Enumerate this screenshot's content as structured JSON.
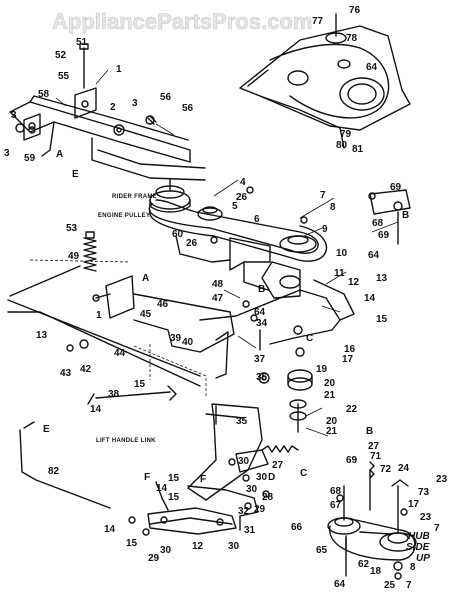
{
  "watermark": "AppliancePartsPros.com",
  "callouts": {
    "n1a": "1",
    "n1b": "1",
    "n2": "2",
    "n3a": "3",
    "n3b": "3",
    "n3c": "3",
    "n4": "4",
    "n5": "5",
    "n6": "6",
    "n7a": "7",
    "n7b": "7",
    "n8a": "8",
    "n8b": "8",
    "n9": "9",
    "n10": "10",
    "n11": "11",
    "n12a": "12",
    "n12b": "12",
    "n13a": "13",
    "n13b": "13",
    "n14a": "14",
    "n14b": "14",
    "n14c": "14",
    "n14d": "14",
    "n15a": "15",
    "n15b": "15",
    "n15c": "15",
    "n15d": "15",
    "n16": "16",
    "n17a": "17",
    "n17b": "17",
    "n18": "18",
    "n19": "19",
    "n20a": "20",
    "n20b": "20",
    "n21a": "21",
    "n21b": "21",
    "n22": "22",
    "n23a": "23",
    "n23b": "23",
    "n24": "24",
    "n25": "25",
    "n26a": "26",
    "n26b": "26",
    "n27a": "27",
    "n27b": "27",
    "n28": "28",
    "n29a": "29",
    "n29b": "29",
    "n30a": "30",
    "n30b": "30",
    "n30c": "30",
    "n30d": "30",
    "n31": "31",
    "n32": "32",
    "n34": "34",
    "n35": "35",
    "n36": "36",
    "n37": "37",
    "n38": "38",
    "n39": "39",
    "n40": "40",
    "n42": "42",
    "n43": "43",
    "n44": "44",
    "n45": "45",
    "n46": "46",
    "n47": "47",
    "n48": "48",
    "n49": "49",
    "n51": "51",
    "n52": "52",
    "n53": "53",
    "n55": "55",
    "n56a": "56",
    "n56b": "56",
    "n58": "58",
    "n59": "59",
    "n60": "60",
    "n62": "62",
    "n64a": "64",
    "n64b": "64",
    "n64c": "64",
    "n65": "65",
    "n66": "66",
    "n67": "67",
    "n68a": "68",
    "n68b": "68",
    "n69a": "69",
    "n69b": "69",
    "n69c": "69",
    "n71": "71",
    "n72": "72",
    "n73": "73",
    "n76": "76",
    "n77": "77",
    "n78": "78",
    "n79": "79",
    "n80": "80",
    "n81": "81",
    "n82": "82"
  },
  "letters": {
    "A1": "A",
    "A2": "A",
    "B1": "B",
    "B2": "B",
    "B3": "B",
    "C1": "C",
    "C2": "C",
    "D": "D",
    "E1": "E",
    "E2": "E",
    "F1": "F",
    "F2": "F"
  },
  "captions": {
    "rider_frame": "RIDER FRAME",
    "engine_pulley": "ENGINE PULLEY",
    "lift_handle_link": "LIFT HANDLE LINK",
    "hub_side_up_1": "HUB",
    "hub_side_up_2": "SIDE",
    "hub_side_up_3": "UP"
  }
}
